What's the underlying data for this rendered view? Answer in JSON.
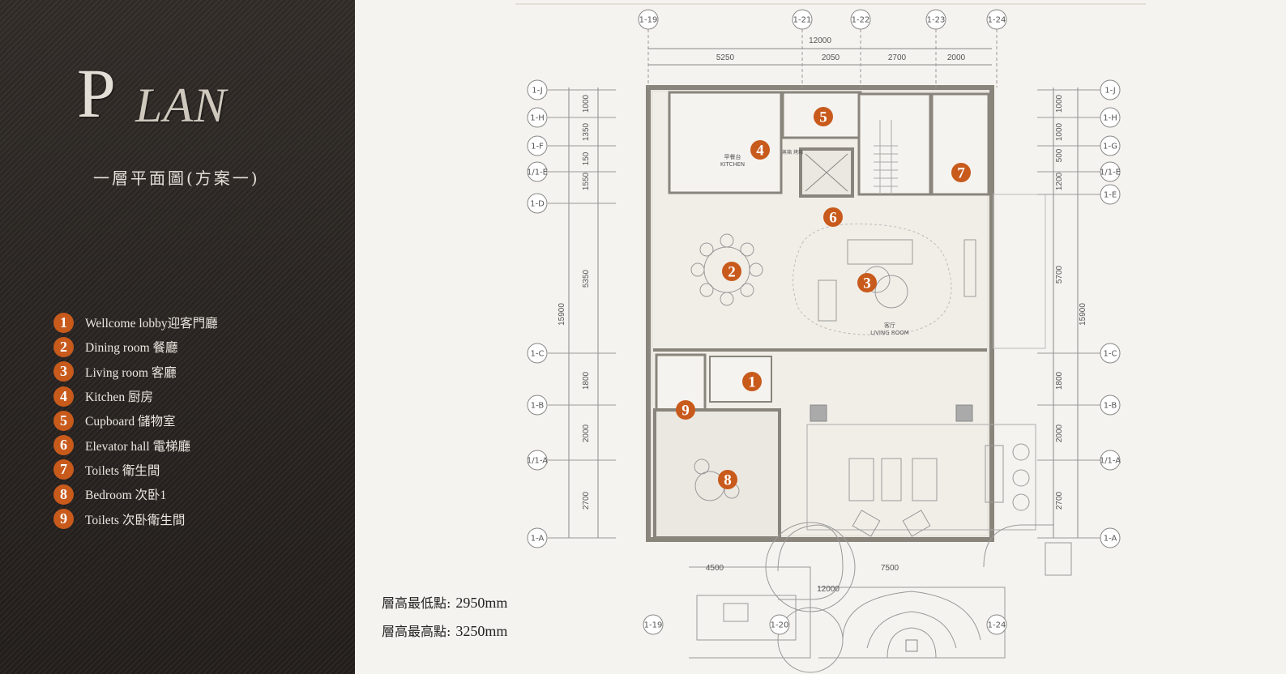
{
  "header": {
    "title_initial": "P",
    "title_rest": "LAN",
    "subtitle": "一層平面圖(方案一)"
  },
  "legend": [
    {
      "num": "1",
      "label": "Wellcome lobby迎客門廳"
    },
    {
      "num": "2",
      "label": "Dining room 餐廳"
    },
    {
      "num": "3",
      "label": "Living room 客廳"
    },
    {
      "num": "4",
      "label": "Kitchen 厨房"
    },
    {
      "num": "5",
      "label": "Cupboard 儲物室"
    },
    {
      "num": "6",
      "label": "Elevator hall 電梯廳"
    },
    {
      "num": "7",
      "label": "Toilets 衛生間"
    },
    {
      "num": "8",
      "label": "Bedroom  次卧1"
    },
    {
      "num": "9",
      "label": "Toilets 次卧衛生間"
    }
  ],
  "heights": {
    "min_label": "層高最低點:",
    "min_value": "2950mm",
    "max_label": "層高最高點:",
    "max_value": "3250mm"
  },
  "plan": {
    "grid_top": [
      "1-19",
      "1-21",
      "1-22",
      "1-23",
      "1-24"
    ],
    "grid_bottom": [
      "1-19",
      "1-20",
      "1-24"
    ],
    "grid_left": [
      "1-J",
      "1-H",
      "1-F",
      "1/1-E",
      "1-D",
      "1-C",
      "1-B",
      "1/1-A",
      "1-A"
    ],
    "grid_right": [
      "1-J",
      "1-H",
      "1-G",
      "1/1-E",
      "1-E",
      "1-C",
      "1-B",
      "1/1-A",
      "1-A"
    ],
    "dim_total_top": "12000",
    "dim_top": [
      "5250",
      "2050",
      "2700",
      "2000"
    ],
    "dim_left": [
      "1000",
      "1350",
      "150",
      "1550",
      "5350",
      "1800",
      "2000",
      "2700"
    ],
    "dim_left_total": "15900",
    "dim_right": [
      "1000",
      "1000",
      "500",
      "1200",
      "5700",
      "1800",
      "2000",
      "2700"
    ],
    "dim_right_total": "15900",
    "dim_bottom": [
      "4500",
      "7500",
      "12000"
    ],
    "room_labels": {
      "kitchen_cn": "早餐台",
      "kitchen_en": "KITCHEN",
      "living_cn": "客厅",
      "living_en": "LIVING ROOM",
      "oven": "蒸箱 烤箱"
    },
    "room_markers": [
      "1",
      "2",
      "3",
      "4",
      "5",
      "6",
      "7",
      "8",
      "9"
    ]
  }
}
